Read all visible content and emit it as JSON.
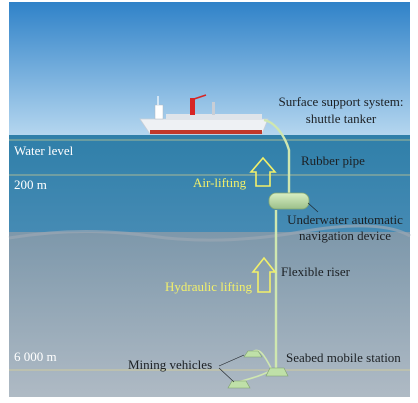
{
  "labels": {
    "surface_system_line1": "Surface support system:",
    "surface_system_line2": "shuttle tanker",
    "water_level": "Water level",
    "depth_200": "200 m",
    "depth_6000": "6 000 m",
    "rubber_pipe": "Rubber pipe",
    "air_lifting": "Air-lifting",
    "nav_device_line1": "Underwater automatic",
    "nav_device_line2": "navigation device",
    "flexible_riser": "Flexible riser",
    "hydraulic_lifting": "Hydraulic lifting",
    "mining_vehicles": "Mining vehicles",
    "seabed_station": "Seabed mobile station"
  },
  "colors": {
    "sky_top": "#2f82c8",
    "sky_bottom": "#b4d6ef",
    "sea_top": "#2f7fa9",
    "sea_deep": "#8fa3b2",
    "seabed": "#a0acb8",
    "pipe": "#cfe7b0",
    "arrow": "#f2f06a",
    "text_dark": "#1c2024",
    "text_light": "#ffffff",
    "text_accent": "#f2f06a"
  }
}
